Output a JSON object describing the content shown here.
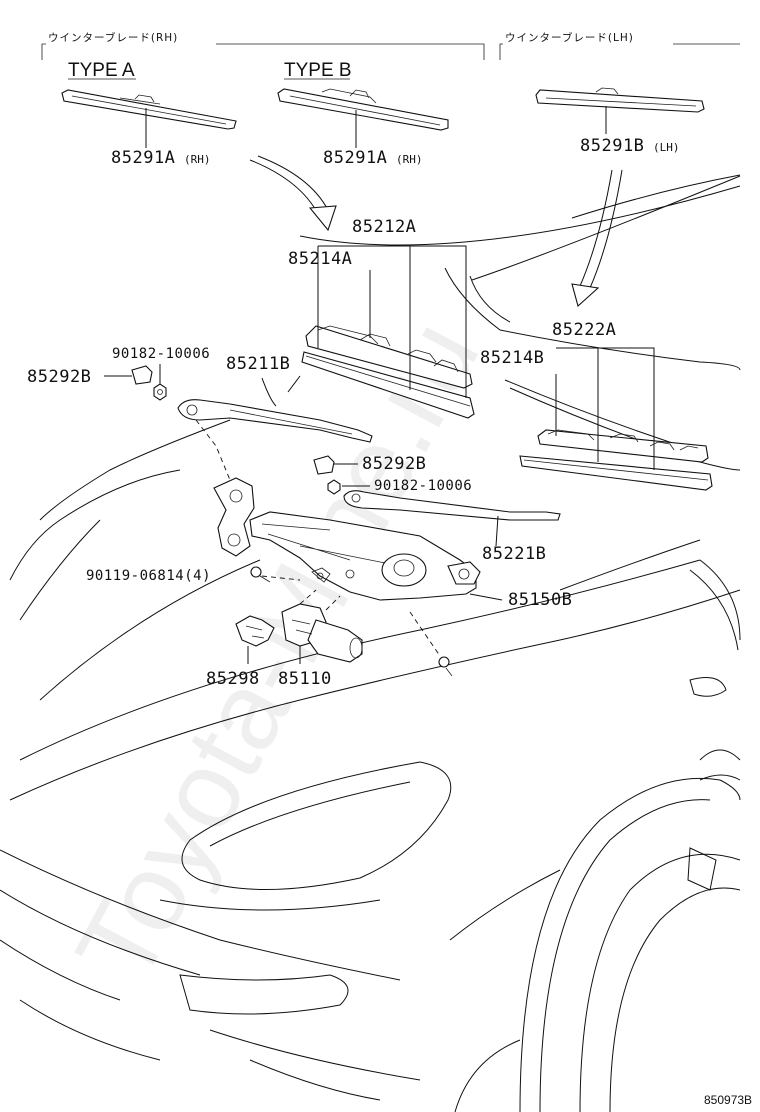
{
  "headers": {
    "rh_blade": "ウインターブレード(RH)",
    "lh_blade": "ウインターブレード(LH)"
  },
  "types": {
    "type_a": "TYPE A",
    "type_b": "TYPE B"
  },
  "labels": {
    "p85291A_a": "85291A",
    "p85291A_a_suffix": "(RH)",
    "p85291A_b": "85291A",
    "p85291A_b_suffix": "(RH)",
    "p85291B": "85291B",
    "p85291B_suffix": "(LH)",
    "p85212A": "85212A",
    "p85214A": "85214A",
    "p85222A": "85222A",
    "p85214B": "85214B",
    "p90182_top": "90182-10006",
    "p85292B_left": "85292B",
    "p85211B": "85211B",
    "p85292B_mid": "85292B",
    "p90182_mid": "90182-10006",
    "p85221B": "85221B",
    "p90119": "90119-06814(4)",
    "p85150B": "85150B",
    "p85298": "85298",
    "p85110": "85110"
  },
  "footer": {
    "diagram_code": "850973B"
  },
  "watermark": "Toyota-Mine.ru",
  "icons": {
    "blade": "wiper-blade-icon",
    "arm": "wiper-arm-icon",
    "motor": "wiper-motor-icon",
    "link": "wiper-link-icon",
    "bolt": "bolt-icon",
    "nut": "nut-icon",
    "cap": "cap-icon"
  }
}
